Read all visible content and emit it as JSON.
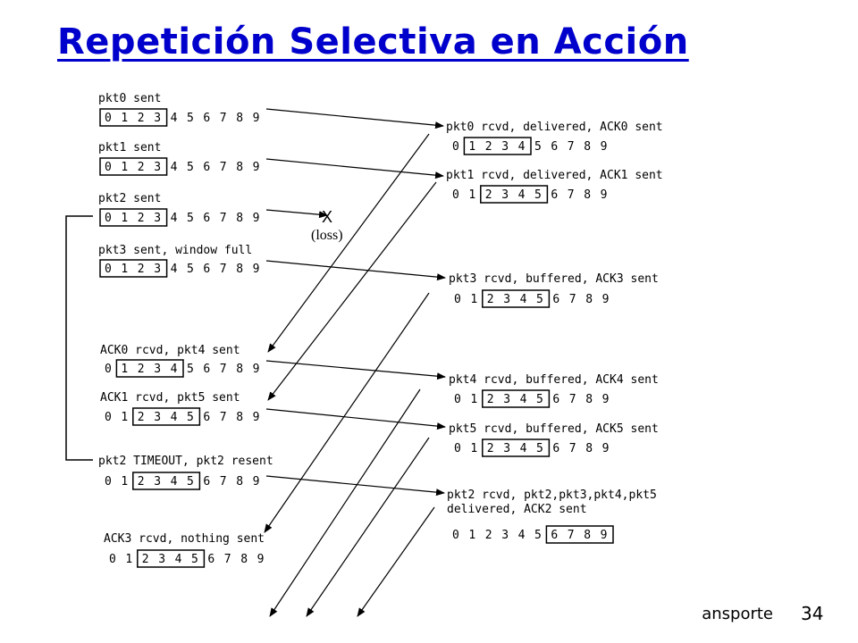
{
  "slide": {
    "title": "Repetición Selectiva en Acción",
    "footer_label": "ansporte",
    "page_number": "34"
  },
  "diagram": {
    "sequence": [
      "0",
      "1",
      "2",
      "3",
      "4",
      "5",
      "6",
      "7",
      "8",
      "9"
    ],
    "loss_mark": "X",
    "loss_label": "(loss)",
    "sender_events": [
      {
        "label": "pkt0 sent",
        "window": [
          0,
          3
        ]
      },
      {
        "label": "pkt1 sent",
        "window": [
          0,
          3
        ]
      },
      {
        "label": "pkt2 sent",
        "window": [
          0,
          3
        ]
      },
      {
        "label": "pkt3 sent, window full",
        "window": [
          0,
          3
        ]
      },
      {
        "label": "ACK0 rcvd, pkt4 sent",
        "window": [
          1,
          4
        ]
      },
      {
        "label": "ACK1 rcvd, pkt5 sent",
        "window": [
          2,
          5
        ]
      },
      {
        "label": "pkt2 TIMEOUT, pkt2 resent",
        "window": [
          2,
          5
        ]
      },
      {
        "label": "ACK3 rcvd, nothing sent",
        "window": [
          2,
          5
        ]
      }
    ],
    "receiver_events": [
      {
        "label": "pkt0 rcvd, delivered, ACK0 sent",
        "window": [
          1,
          4
        ]
      },
      {
        "label": "pkt1 rcvd, delivered, ACK1 sent",
        "window": [
          2,
          5
        ]
      },
      {
        "label": "pkt3 rcvd, buffered, ACK3 sent",
        "window": [
          2,
          5
        ]
      },
      {
        "label": "pkt4 rcvd, buffered, ACK4 sent",
        "window": [
          2,
          5
        ]
      },
      {
        "label": "pkt5 rcvd, buffered, ACK5 sent",
        "window": [
          2,
          5
        ]
      },
      {
        "label": "pkt2 rcvd, pkt2,pkt3,pkt4,pkt5",
        "label2": "delivered, ACK2 sent",
        "window": [
          6,
          9
        ]
      }
    ]
  }
}
